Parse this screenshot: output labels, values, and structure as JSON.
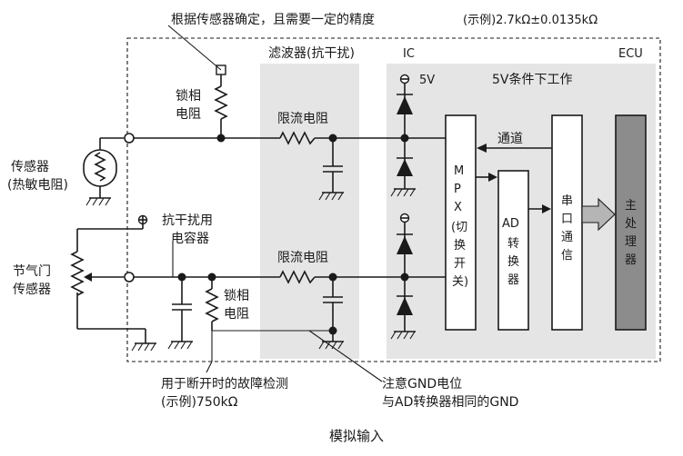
{
  "caption": "模拟输入",
  "top_note": "根据传感器确定，且需要一定的精度",
  "top_example": "(示例)2.7kΩ±0.0135kΩ",
  "filter_label": "滤波器(抗干扰)",
  "ic_label": "IC",
  "ecu_label": "ECU",
  "v5_label": "5V",
  "v5_work_label": "5V条件下工作",
  "lock_resistor_top": [
    "锁相",
    "电阻"
  ],
  "limit_resistor_top": "限流电阻",
  "limit_resistor_bottom": "限流电阻",
  "sensor_label": [
    "传感器",
    "(热敏电阻)"
  ],
  "throttle_label": [
    "节气门",
    "传感器"
  ],
  "anti_cap_label": [
    "抗干扰用",
    "电容器"
  ],
  "lock_resistor_bottom": [
    "锁相",
    "电阻"
  ],
  "channel_label": "通道",
  "mpx_label": [
    "M",
    "P",
    "X",
    "(切",
    "换",
    "开",
    "关)"
  ],
  "ad_label": [
    "AD",
    "转",
    "换",
    "器"
  ],
  "serial_label": [
    "串",
    "口",
    "通",
    "信"
  ],
  "cpu_label": [
    "主",
    "处",
    "理",
    "器"
  ],
  "fault_note": [
    "用于断开时的故障检测",
    "(示例)750kΩ"
  ],
  "gnd_note": [
    "注意GND电位",
    "与AD转换器相同的GND"
  ],
  "colors": {
    "line": "#1a1a1a",
    "panel": "#e5e5e5",
    "cpu": "#8c8c8c",
    "arrow": "#b5b5b5"
  }
}
